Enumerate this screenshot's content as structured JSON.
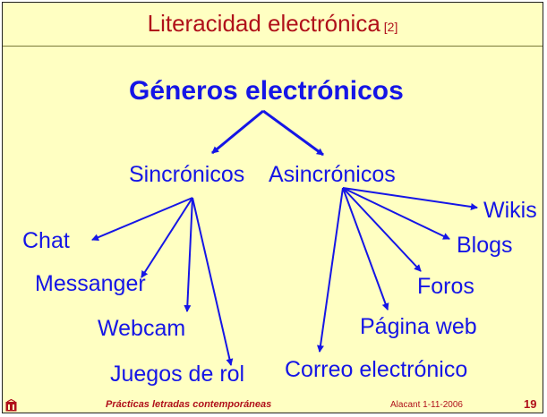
{
  "title": {
    "text": "Literacidad electrónica",
    "ref": "[2]"
  },
  "diagram": {
    "root": "Géneros electrónicos",
    "branches": [
      "Sincrónicos",
      "Asincrónicos"
    ],
    "sincronicos_children": [
      "Chat",
      "Messanger",
      "Webcam",
      "Juegos de rol"
    ],
    "asincronicos_children": [
      "Wikis",
      "Blogs",
      "Foros",
      "Página web",
      "Correo electrónico"
    ]
  },
  "footer": {
    "left": "Prácticas letradas contemporáneas",
    "middle": "Alacant 1-11-2006",
    "page": "19"
  },
  "colors": {
    "background": "#ffffc2",
    "title": "#b0101a",
    "diagram": "#1515e6"
  }
}
